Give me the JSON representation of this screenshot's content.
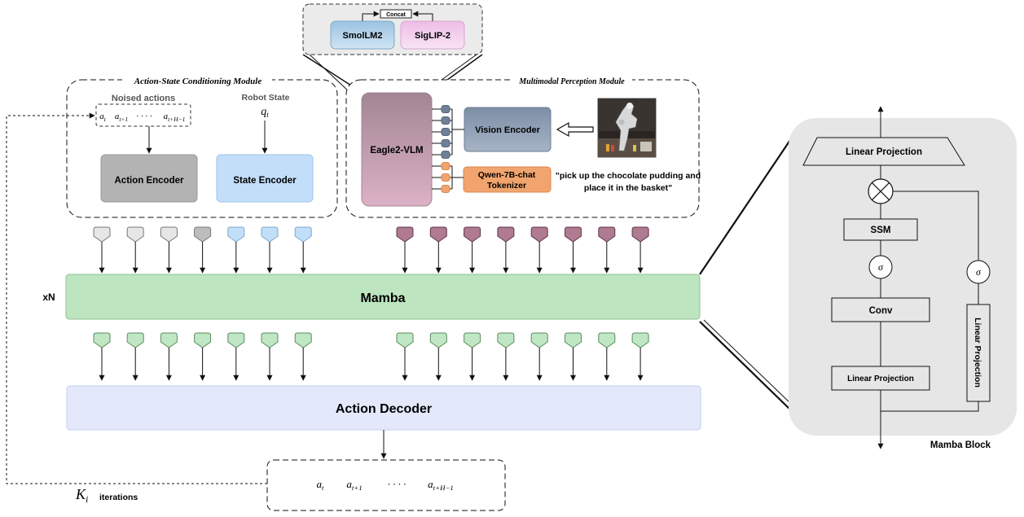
{
  "modules": {
    "conditioning_title": "Action-State Conditioning Module",
    "perception_title": "Multimodal Perception Module"
  },
  "conditioning": {
    "noised_actions_label": "Noised actions",
    "robot_state_label": "Robot State",
    "robot_state_symbol": "q",
    "robot_state_sub": "t",
    "action_encoder": "Action Encoder",
    "state_encoder": "State Encoder",
    "noised_tokens": [
      {
        "base": "a",
        "sub": "t"
      },
      {
        "base": "a",
        "sub": "t+1"
      },
      {
        "base": "· · · ·",
        "sub": ""
      },
      {
        "base": "a",
        "sub": "t+H−1"
      }
    ]
  },
  "perception": {
    "vlm": "Eagle2-VLM",
    "vision_encoder": "Vision Encoder",
    "tokenizer_line1": "Qwen-7B-chat",
    "tokenizer_line2": "Tokenizer",
    "instruction_line1": "\"pick up the chocolate pudding and",
    "instruction_line2": "place it in the basket\"",
    "vision_token_count": 5,
    "text_token_count": 3
  },
  "vlm_zoom": {
    "concat": "Concat",
    "smollm": "SmolLM2",
    "siglip": "SigLIP-2"
  },
  "backbone": {
    "repeat": "xN",
    "mamba": "Mamba",
    "decoder": "Action Decoder",
    "left_input_colors": [
      "#e6e6e6",
      "#e6e6e6",
      "#e6e6e6",
      "#bdbdbd",
      "#c2dffa",
      "#c2dffa",
      "#c2dffa"
    ],
    "right_input_color": "#b07a90",
    "output_color": "#bfe7c4",
    "left_token_count": 7,
    "right_token_count": 8
  },
  "output": {
    "tokens": [
      {
        "base": "a",
        "sub": "t"
      },
      {
        "base": "a",
        "sub": "t+1"
      },
      {
        "base": "· · · ·",
        "sub": ""
      },
      {
        "base": "a",
        "sub": "t+H−1"
      }
    ],
    "iterations_symbol": "K",
    "iterations_sub": "i",
    "iterations_label": "iterations"
  },
  "mamba_block": {
    "title": "Mamba Block",
    "top_projection": "Linear Projection",
    "ssm": "SSM",
    "sigma": "σ",
    "conv": "Conv",
    "bottom_projection": "Linear Projection",
    "side_projection": "Linear Projection"
  },
  "colors": {
    "mamba_green": "#bde5bf",
    "decoder_blue": "#e3e9fb",
    "action_encoder_gray": "#b3b3b3",
    "state_encoder_blue": "#c3def9",
    "vision_encoder": "#8f9fb4",
    "tokenizer_orange": "#f1a46d",
    "vlm_mauve": "#c29eae",
    "block_bg": "#e6e6e6"
  }
}
